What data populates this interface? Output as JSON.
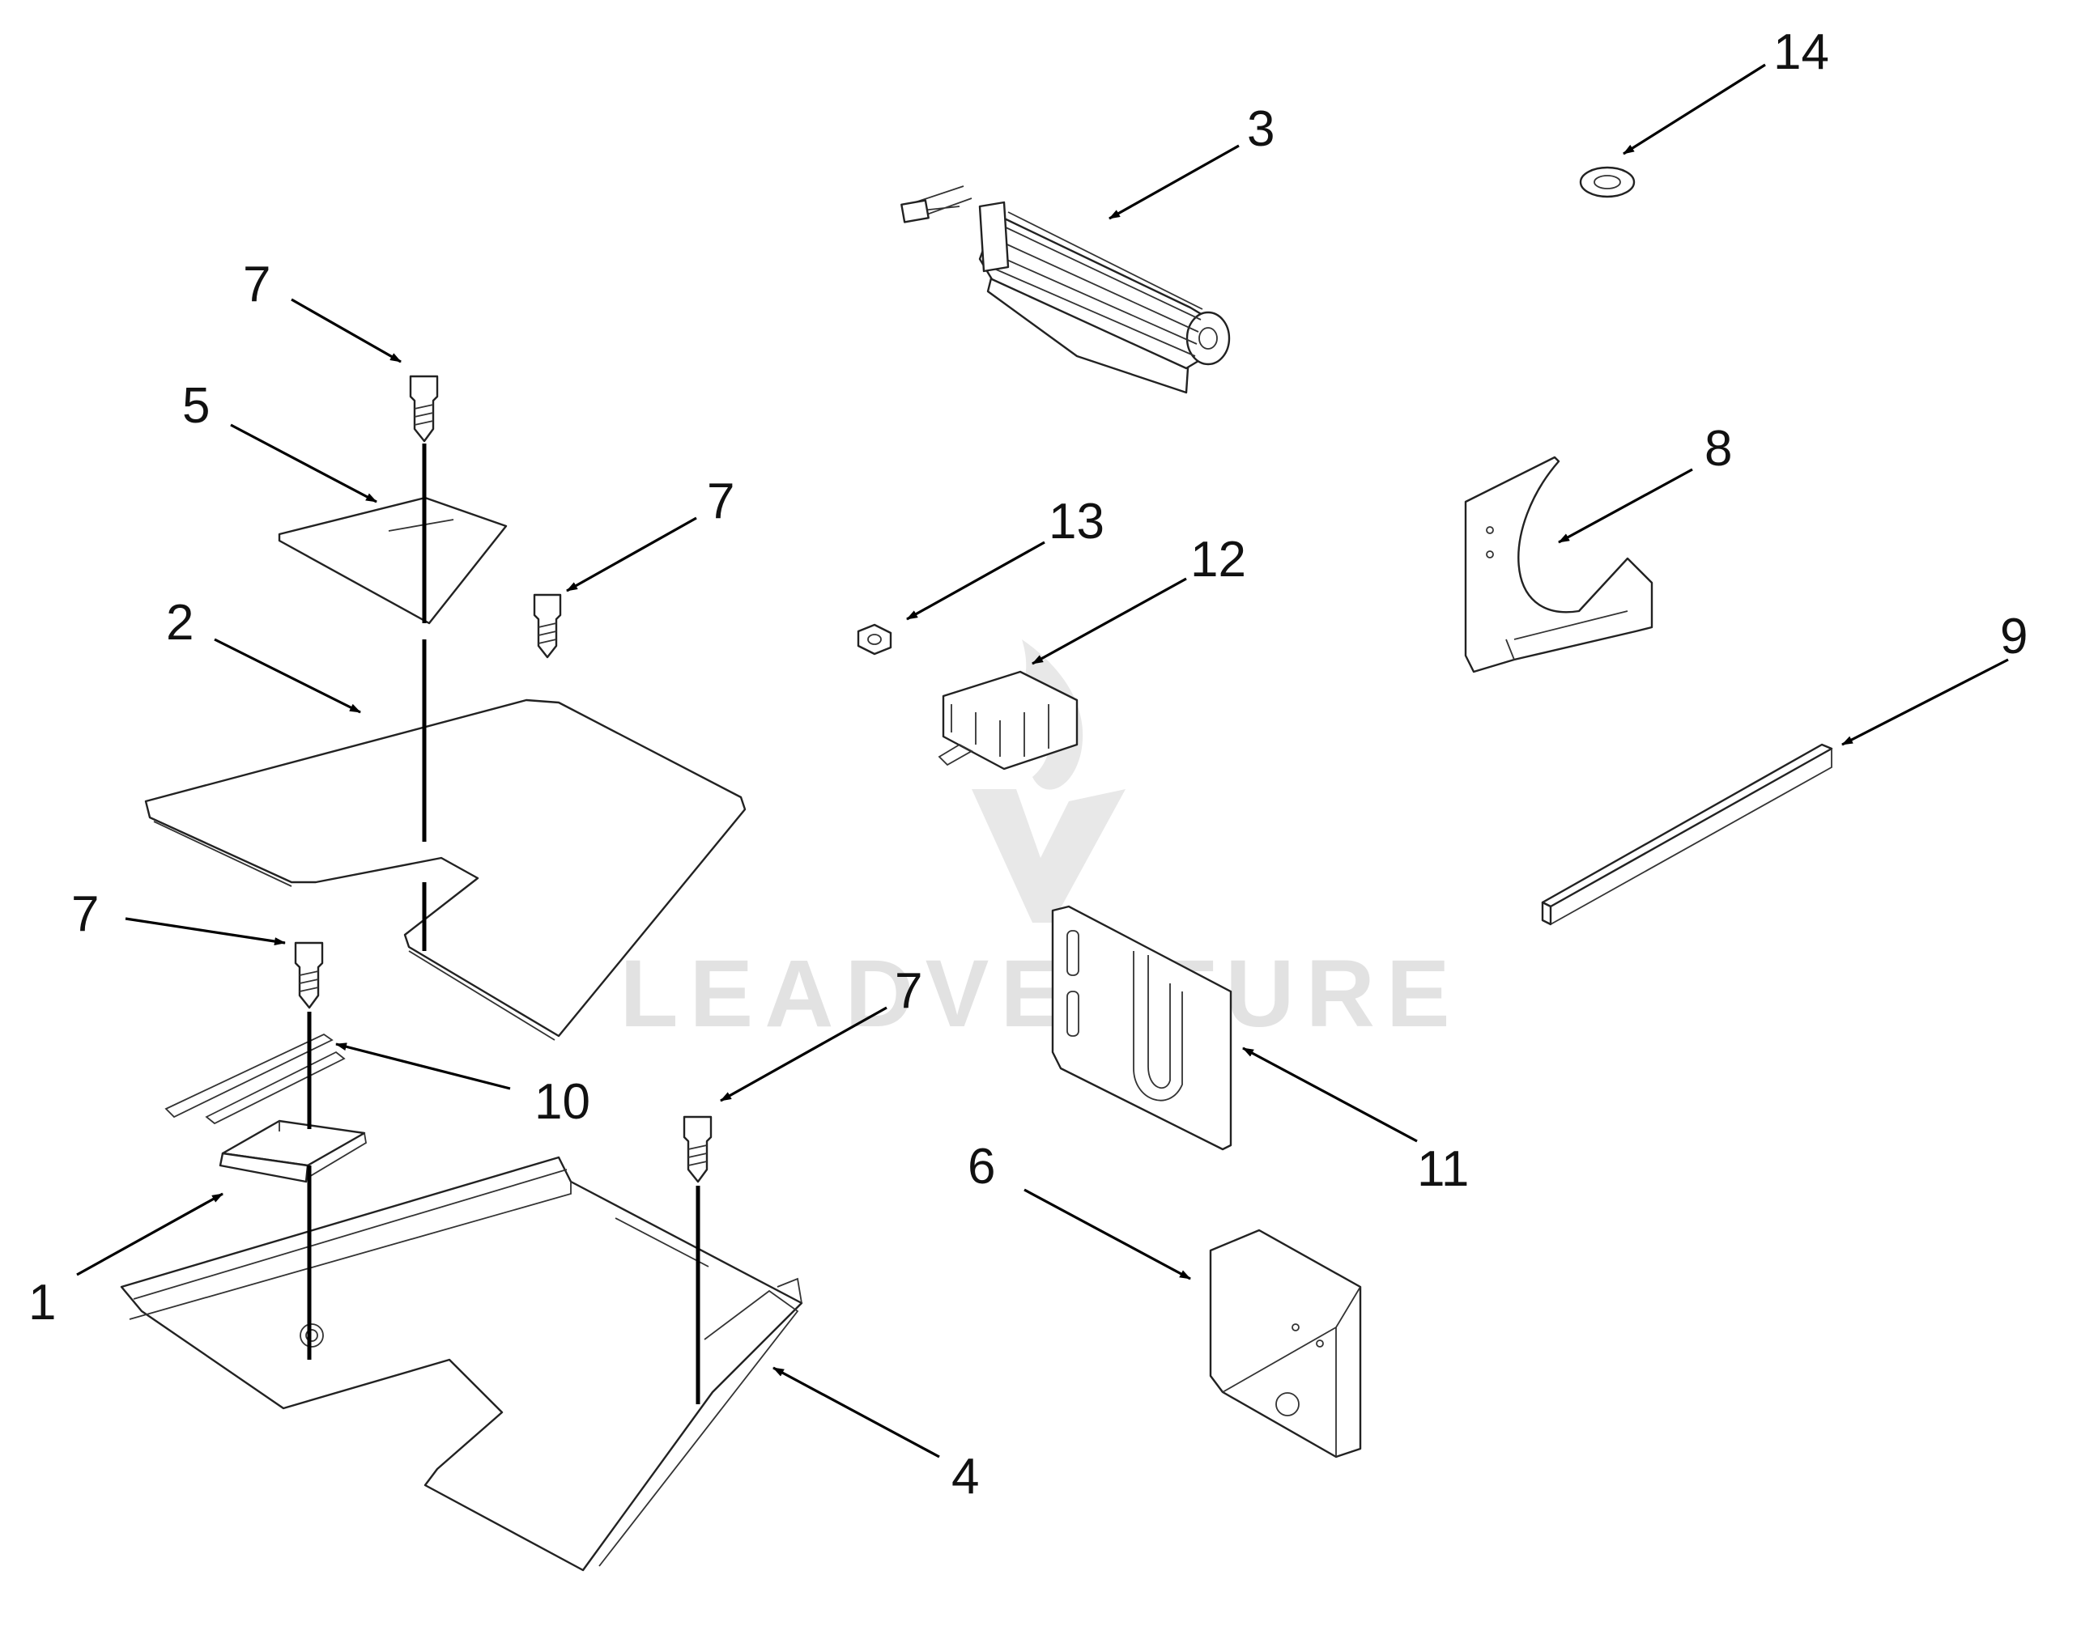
{
  "watermark": {
    "text": "LEADVENTURE",
    "color": "#e2e2e2"
  },
  "callouts": [
    {
      "id": "c1",
      "number": "1"
    },
    {
      "id": "c2",
      "number": "2"
    },
    {
      "id": "c3",
      "number": "3"
    },
    {
      "id": "c4",
      "number": "4"
    },
    {
      "id": "c5",
      "number": "5"
    },
    {
      "id": "c6",
      "number": "6"
    },
    {
      "id": "c7a",
      "number": "7"
    },
    {
      "id": "c7b",
      "number": "7"
    },
    {
      "id": "c7c",
      "number": "7"
    },
    {
      "id": "c7d",
      "number": "7"
    },
    {
      "id": "c8",
      "number": "8"
    },
    {
      "id": "c9",
      "number": "9"
    },
    {
      "id": "c10",
      "number": "10"
    },
    {
      "id": "c11",
      "number": "11"
    },
    {
      "id": "c12",
      "number": "12"
    },
    {
      "id": "c13",
      "number": "13"
    },
    {
      "id": "c14",
      "number": "14"
    }
  ]
}
